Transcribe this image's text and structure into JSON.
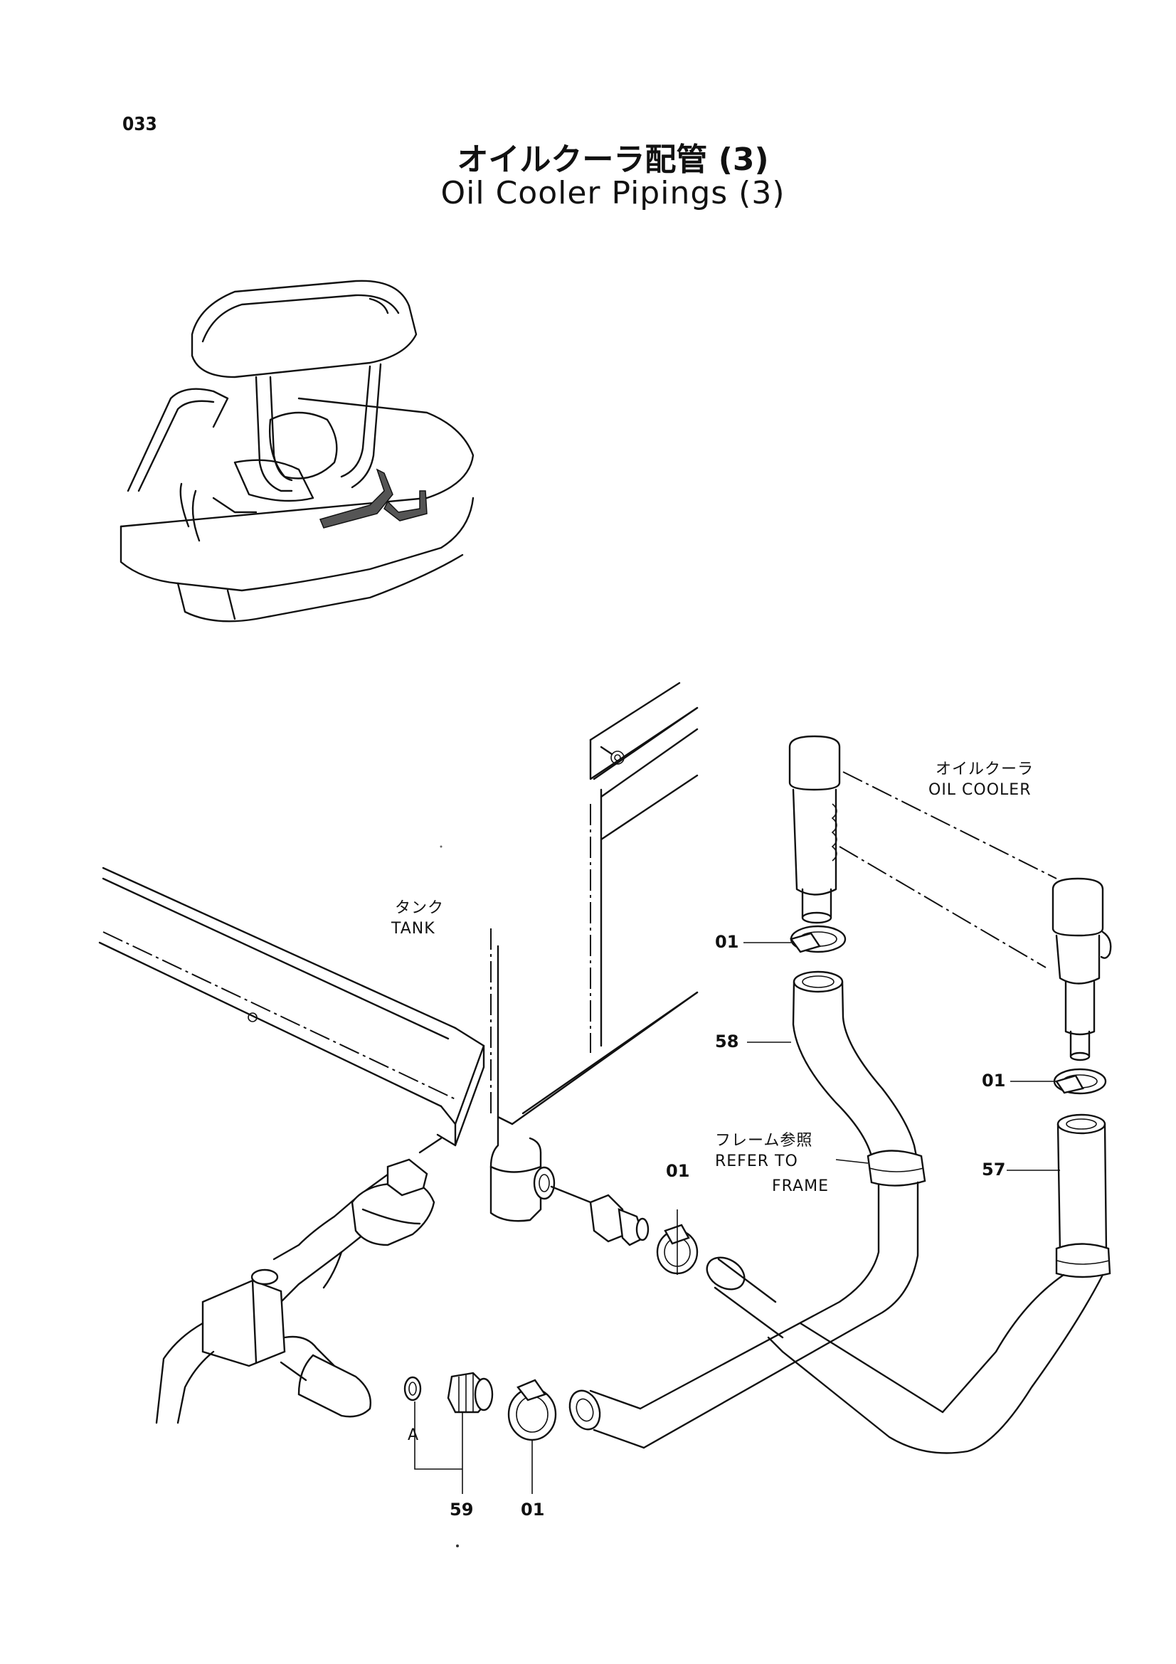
{
  "page": {
    "number": "033",
    "title_jp": "オイルクーラ配管 (3)",
    "title_en": "Oil Cooler Pipings (3)"
  },
  "labels": {
    "oil_cooler_jp": "オイルクーラ",
    "oil_cooler_en": "OIL  COOLER",
    "tank_jp": "タンク",
    "tank_en": "TANK",
    "refer_jp": "フレーム参照",
    "refer_en_1": "REFER  TO",
    "refer_en_2": "FRAME",
    "point_a": "A"
  },
  "part_numbers": {
    "clamp_top": "01",
    "clamp_right": "01",
    "clamp_mid": "01",
    "clamp_bottom": "01",
    "hose_58": "58",
    "hose_57": "57",
    "fitting_59": "59"
  }
}
